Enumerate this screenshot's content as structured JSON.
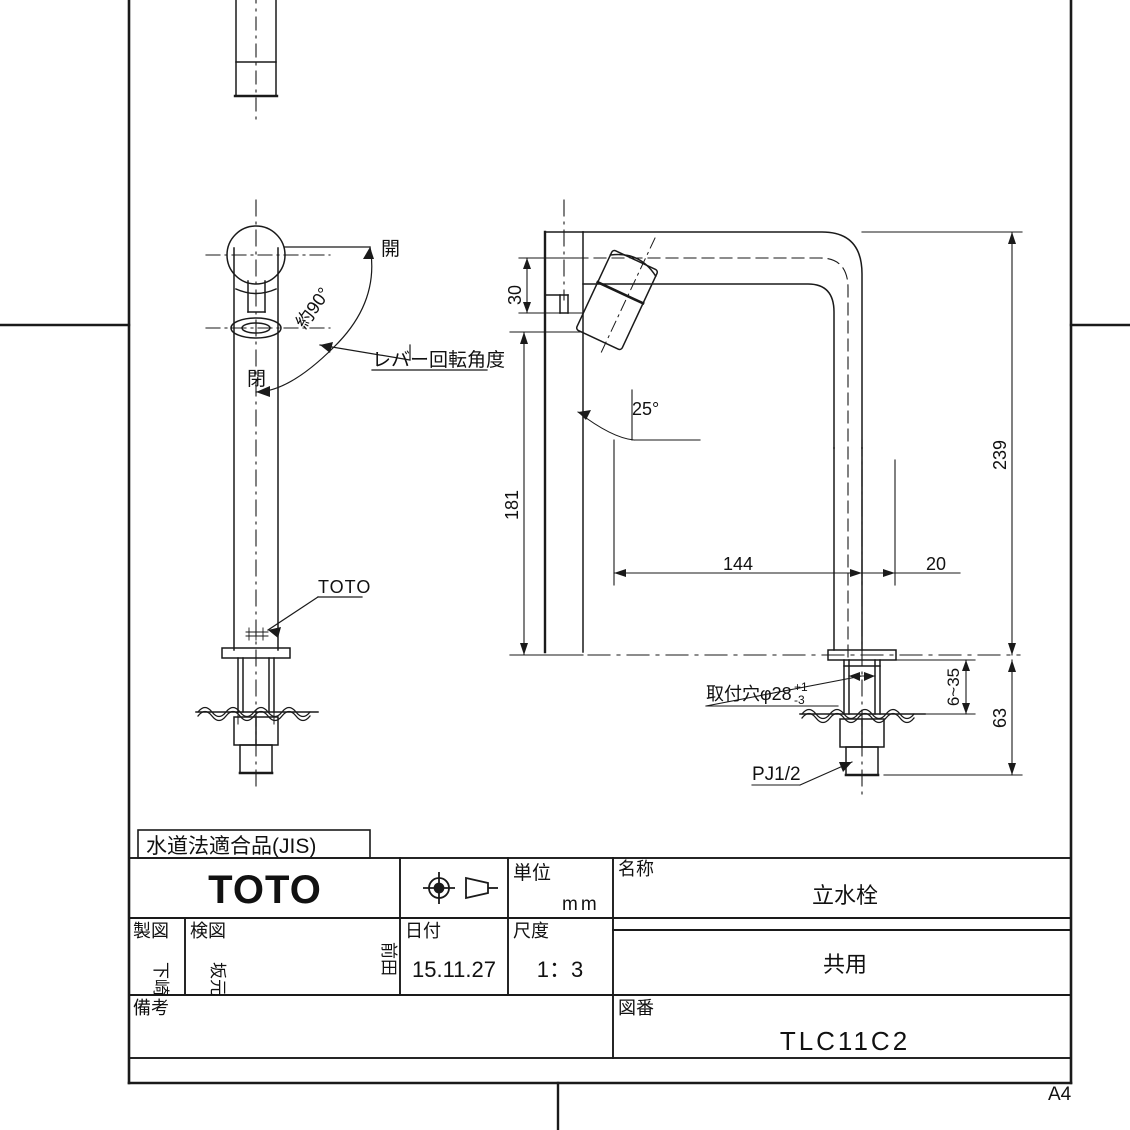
{
  "sheet": {
    "size_label": "A4",
    "background": "#ffffff",
    "line_color": "#1a1a1a"
  },
  "drawing": {
    "certification_label": "水道法適合品(JIS)",
    "views": {
      "front_view": {
        "name": "front-elevation",
        "callouts": {
          "open_label": "開",
          "closed_label": "閉",
          "rotation_angle": "約90°",
          "rotation_note": "レバー回転角度",
          "brand_mark": "TOTO"
        }
      },
      "side_view": {
        "name": "side-elevation",
        "dimensions": {
          "spout_height_from_axis": "30",
          "lever_angle": "25°",
          "body_height": "181",
          "reach": "144",
          "spout_offset": "20",
          "overall_height": "239",
          "deck_thickness_range": "6~35",
          "below_deck_length": "63"
        },
        "notes": {
          "mounting_hole": "取付穴φ28",
          "mounting_hole_tol_upper": "+1",
          "mounting_hole_tol_lower": "-3",
          "thread": "PJ1/2"
        }
      }
    }
  },
  "title_block": {
    "company": "TOTO",
    "projection_symbol": "first-angle-projection",
    "unit": {
      "label": "単位",
      "value": "mm"
    },
    "drawn_by": {
      "label": "製図",
      "value": "下崎"
    },
    "checked_by": {
      "label": "検図",
      "value": "坂元",
      "value2": "前田"
    },
    "date": {
      "label": "日付",
      "value": "15.11.27"
    },
    "scale": {
      "label": "尺度",
      "value": "1：3"
    },
    "name": {
      "label": "名称",
      "value": "立水栓",
      "value2": "共用"
    },
    "drawing_no": {
      "label": "図番",
      "value": "TLC11C2"
    },
    "remarks": {
      "label": "備考",
      "value": ""
    }
  }
}
